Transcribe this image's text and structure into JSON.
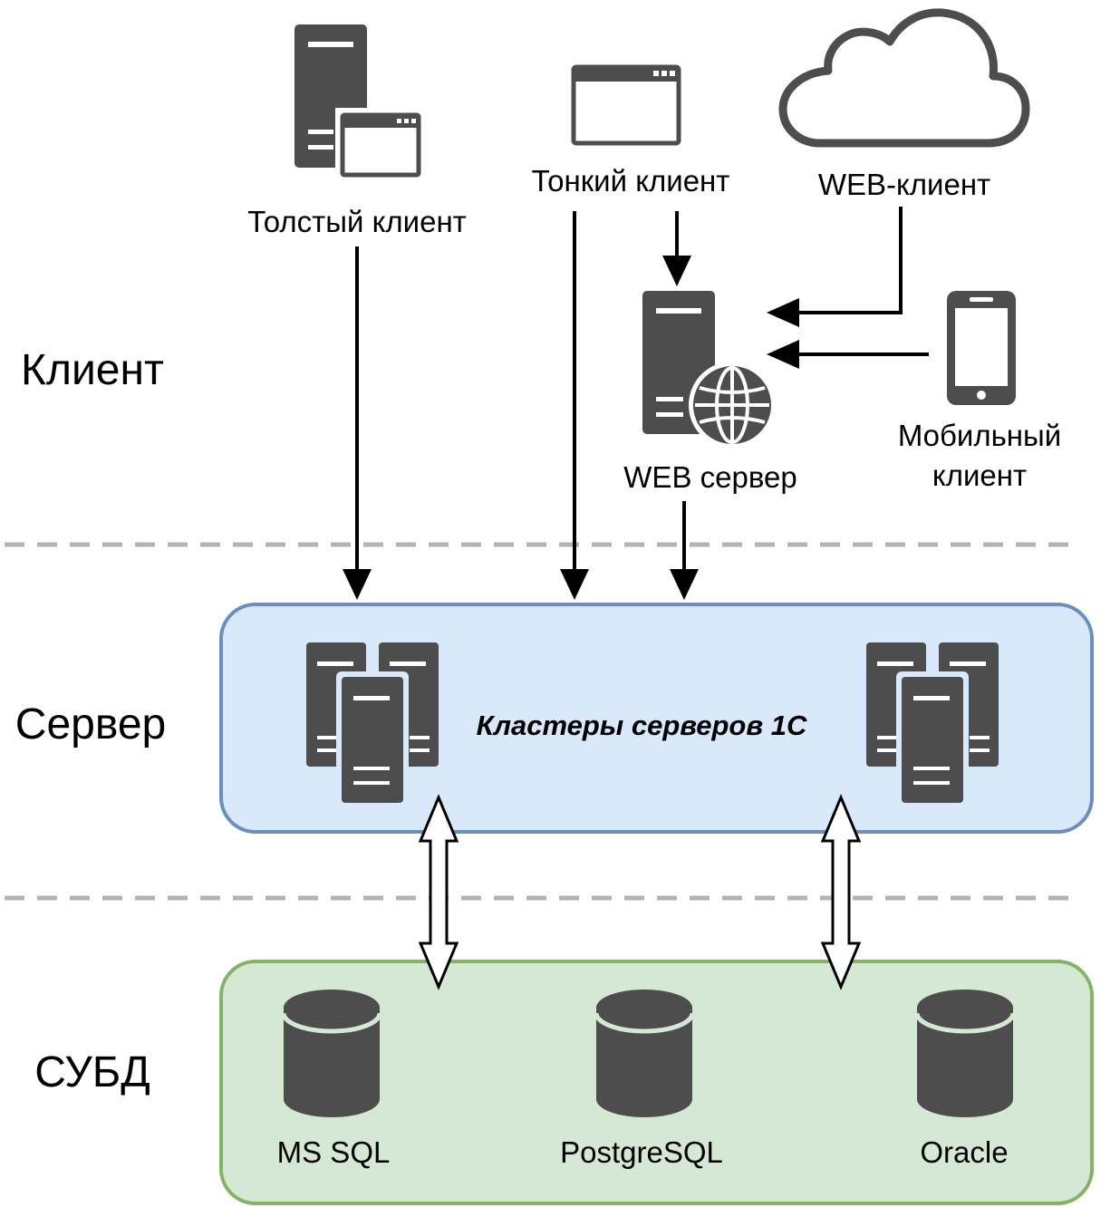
{
  "layers": {
    "client": "Клиент",
    "server": "Сервер",
    "dbms": "СУБД"
  },
  "clients": {
    "thick": "Толстый клиент",
    "thin": "Тонкий клиент",
    "web": "WEB-клиент",
    "mobile_line1": "Мобильный",
    "mobile_line2": "клиент",
    "web_server": "WEB сервер"
  },
  "server_cluster": {
    "label": "Кластеры серверов 1С"
  },
  "databases": {
    "mssql": "MS SQL",
    "postgres": "PostgreSQL",
    "oracle": "Oracle"
  },
  "colors": {
    "icon": "#4d4d4d",
    "server_fill": "#dae8fc",
    "server_stroke": "#6c8ebf",
    "dbms_fill": "#d5e8d4",
    "dbms_stroke": "#82b366",
    "separator": "#b3b3b3"
  }
}
